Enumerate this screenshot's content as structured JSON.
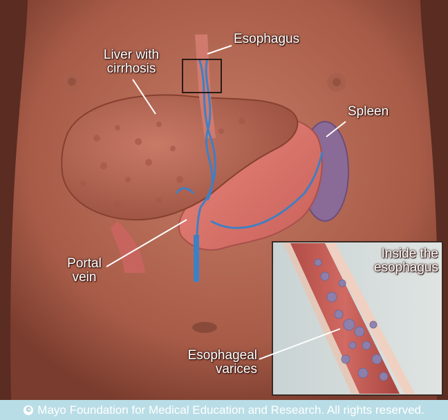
{
  "labels": {
    "esophagus": "Esophagus",
    "liver": "Liver with\ncirrhosis",
    "spleen": "Spleen",
    "portal_vein": "Portal\nvein",
    "inside_esophagus": "Inside the\nesophagus",
    "esophageal_varices": "Esophageal\nvarices"
  },
  "footer": {
    "copyright_icon": "copyright-icon",
    "text": "Mayo Foundation for Medical Education and Research. All rights reserved."
  },
  "colors": {
    "skin": "#b86d58",
    "liver": "#b26452",
    "stomach": "#d9736a",
    "spleen": "#8a6a96",
    "vein": "#3f7fc4",
    "footer": "#b9dde6"
  }
}
